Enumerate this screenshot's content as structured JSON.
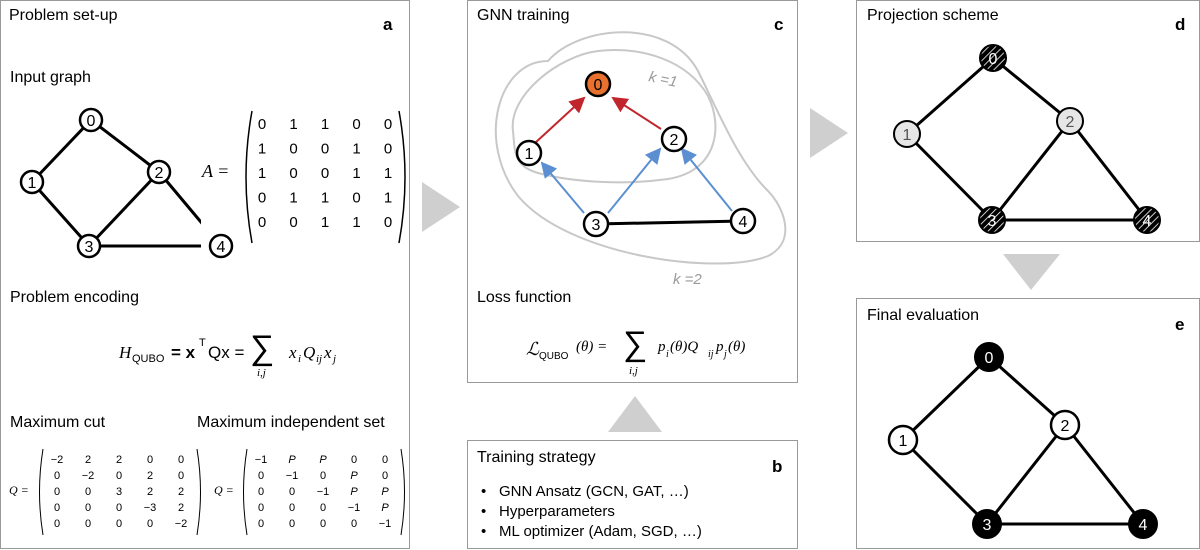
{
  "panels": {
    "a": {
      "letter": "a",
      "title": "Problem set-up",
      "input_graph_label": "Input graph",
      "adjacency_label": "A =",
      "adjacency": [
        [
          "0",
          "1",
          "1",
          "0",
          "0"
        ],
        [
          "1",
          "0",
          "0",
          "1",
          "0"
        ],
        [
          "1",
          "0",
          "0",
          "1",
          "1"
        ],
        [
          "0",
          "1",
          "1",
          "0",
          "1"
        ],
        [
          "0",
          "0",
          "1",
          "1",
          "0"
        ]
      ],
      "encoding_label": "Problem encoding",
      "hamiltonian": {
        "lhs": "H",
        "lhs_sub": "QUBO",
        "eq": "= x",
        "sup": "T",
        "qx": "Qx =",
        "sum": "∑",
        "sum_sub": "i,j",
        "term": "x",
        "term_i": "i",
        "term_q": "Q",
        "term_ij": "ij",
        "term_x": "x",
        "term_j": "j"
      },
      "maxcut_label": "Maximum cut",
      "mis_label": "Maximum independent set",
      "q_label": "Q =",
      "maxcut_matrix": [
        [
          "−2",
          "2",
          "2",
          "0",
          "0"
        ],
        [
          "0",
          "−2",
          "0",
          "2",
          "0"
        ],
        [
          "0",
          "0",
          "3",
          "2",
          "2"
        ],
        [
          "0",
          "0",
          "0",
          "−3",
          "2"
        ],
        [
          "0",
          "0",
          "0",
          "0",
          "−2"
        ]
      ],
      "mis_matrix": [
        [
          "−1",
          "P",
          "P",
          "0",
          "0"
        ],
        [
          "0",
          "−1",
          "0",
          "P",
          "0"
        ],
        [
          "0",
          "0",
          "−1",
          "P",
          "P"
        ],
        [
          "0",
          "0",
          "0",
          "−1",
          "P"
        ],
        [
          "0",
          "0",
          "0",
          "0",
          "−1"
        ]
      ]
    },
    "c": {
      "letter": "c",
      "title": "GNN training",
      "k1_label": "k =1",
      "k2_label": "k =2",
      "loss_title": "Loss function",
      "loss": {
        "lhs": "ℒ",
        "lhs_sub": "QUBO",
        "theta": "(θ) =",
        "sum": "∑",
        "sum_sub": "i,j",
        "term1": "p",
        "sub_i": "i",
        "term1b": "(θ)Q",
        "sub_ij": "ij",
        "term2": "p",
        "sub_j": "j",
        "term2b": "(θ)"
      }
    },
    "b": {
      "letter": "b",
      "title": "Training strategy",
      "items": [
        "GNN Ansatz (GCN, GAT, …)",
        "Hyperparameters",
        "ML optimizer (Adam, SGD, …)"
      ]
    },
    "d": {
      "letter": "d",
      "title": "Projection scheme"
    },
    "e": {
      "letter": "e",
      "title": "Final evaluation"
    }
  },
  "graph": {
    "nodes": [
      "0",
      "1",
      "2",
      "3",
      "4"
    ],
    "edges": [
      [
        "0",
        "1"
      ],
      [
        "0",
        "2"
      ],
      [
        "1",
        "3"
      ],
      [
        "2",
        "3"
      ],
      [
        "2",
        "4"
      ],
      [
        "3",
        "4"
      ]
    ]
  },
  "colors": {
    "highlight_node": "#e8712f",
    "red_arrow": "#c0262c",
    "blue_arrow": "#5b8fd1",
    "contour": "#c8c8c8",
    "arrow_fill": "#cfcfcf",
    "selected_node": "#000000",
    "panel_border": "#9a9a9a"
  }
}
